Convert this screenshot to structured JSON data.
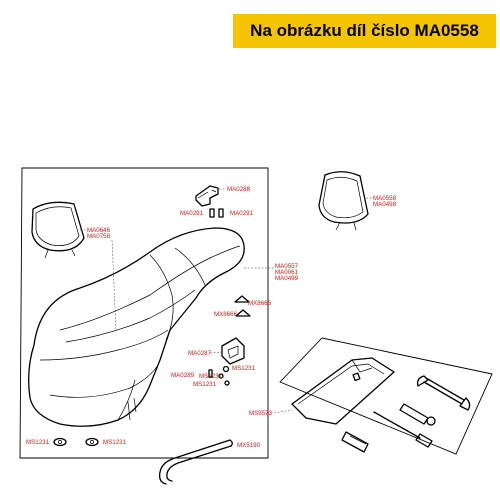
{
  "header": {
    "title": "Na obrázku díl číslo MA0558"
  },
  "labels": {
    "ma0288": "MA0288",
    "ma0291_left": "MA0291",
    "ma0291_right": "MA0291",
    "ma0646": "MA0646",
    "ma0758": "MA0758",
    "ma0558": "MA0558",
    "ma0498": "MA0498",
    "ma0557": "MA0557",
    "ma0061": "MA0061",
    "ma0499": "MA0499",
    "mx8666_top": "MX8666",
    "mx8666_bottom": "MX8666",
    "ma0287": "MA0287",
    "ms1231_a": "MS1231",
    "ma0289": "MA0289",
    "ms1231_b": "MS1231",
    "ms1231_c": "MS1231",
    "ms9573": "MS9573",
    "ms1231_left": "MS1231",
    "ms1231_mid": "MS1231",
    "mx5190": "MX5190"
  }
}
